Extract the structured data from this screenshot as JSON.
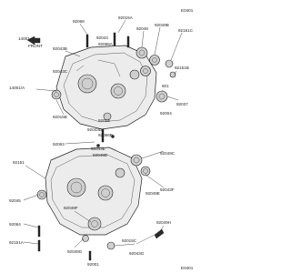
{
  "header": {
    "ref_code": "E0401"
  },
  "front_marker": {
    "text": "FRONT"
  },
  "parts": [
    "92066",
    "92066A",
    "92043",
    "92049",
    "92015A",
    "92043B",
    "92043C",
    "92049B",
    "92151C",
    "92151B",
    "92004",
    "92037",
    "92015",
    "92043D",
    "92043E",
    "92049C",
    "92049D",
    "92043F",
    "92049E",
    "92063",
    "92066B",
    "92151",
    "92045",
    "92015B",
    "14001",
    "92049F",
    "92049G",
    "92151A",
    "92001",
    "14001/A",
    "601",
    "92064",
    "92015C",
    "92049H",
    "92043G"
  ],
  "sheet": {
    "ref": "E0401"
  }
}
